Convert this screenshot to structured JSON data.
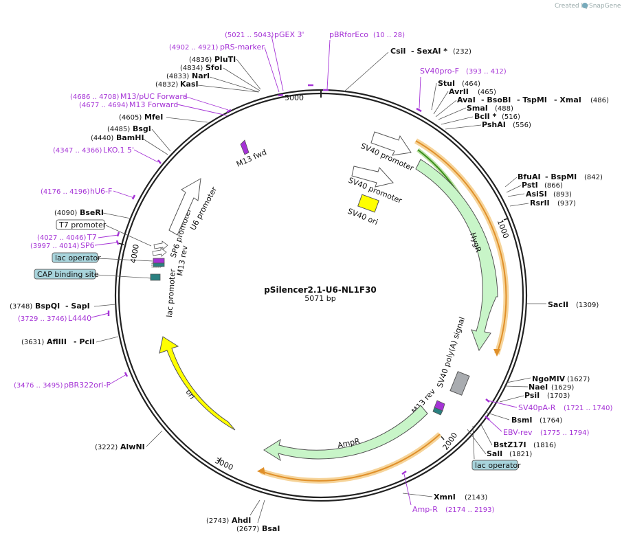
{
  "credit": {
    "prefix": "Created by",
    "brand": "SnapGene"
  },
  "plasmid": {
    "name": "pSilencer2.1-U6-NL1F30",
    "size_label": "5071 bp"
  },
  "ruler_ticks": [
    "1000",
    "2000",
    "3000",
    "4000",
    "5000"
  ],
  "features": {
    "sv40_promoter_1": "SV40 promoter",
    "sv40_promoter_2": "SV40 promoter",
    "sv40_ori": "SV40 ori",
    "hygr": "HygR",
    "sv40_polya": "SV40 poly(A) signal",
    "m13_rev_right": "M13 rev",
    "ampr": "AmpR",
    "ori": "ori",
    "lac_promoter": "lac promoter",
    "m13_rev_left": "M13 rev",
    "sp6_promoter": "SP6 promoter",
    "u6_promoter": "U6 promoter",
    "m13_fwd": "M13 fwd"
  },
  "boxed_labels": {
    "t7_promoter": "T7 promoter",
    "lac_operator_left": "lac operator",
    "cap_binding_site": "CAP binding site",
    "lac_operator_right": "lac operator"
  },
  "sites": [
    {
      "id": "csii",
      "name": "CsiI",
      "name2": "- SexAI *",
      "num": "(232)"
    },
    {
      "id": "stui",
      "name": "StuI",
      "num": "(464)"
    },
    {
      "id": "avrii",
      "name": "AvrII",
      "num": "(465)"
    },
    {
      "id": "avai",
      "name": "AvaI",
      "name2": "- BsoBI",
      "name3": "- TspMI",
      "name4": "- XmaI",
      "num": "(486)"
    },
    {
      "id": "smai",
      "name": "SmaI",
      "num": "(488)"
    },
    {
      "id": "bcli",
      "name": "BclI *",
      "num": "(516)"
    },
    {
      "id": "pshai",
      "name": "PshAI",
      "num": "(556)"
    },
    {
      "id": "bfuai",
      "name": "BfuAI",
      "name2": "- BspMI",
      "num": "(842)"
    },
    {
      "id": "psti1",
      "name": "PstI",
      "num": "(866)"
    },
    {
      "id": "asisi",
      "name": "AsiSI",
      "num": "(893)"
    },
    {
      "id": "rsrii",
      "name": "RsrII",
      "num": "(937)"
    },
    {
      "id": "sacii",
      "name": "SacII",
      "num": "(1309)"
    },
    {
      "id": "ngomiv",
      "name": "NgoMIV",
      "num": "(1627)"
    },
    {
      "id": "naei",
      "name": "NaeI",
      "num": "(1629)"
    },
    {
      "id": "psti2",
      "name": "PsiI",
      "num": "(1703)"
    },
    {
      "id": "bsmi",
      "name": "BsmI",
      "num": "(1764)"
    },
    {
      "id": "bstz17i",
      "name": "BstZ17I",
      "num": "(1816)"
    },
    {
      "id": "sali",
      "name": "SalI",
      "num": "(1821)"
    },
    {
      "id": "xmni",
      "name": "XmnI",
      "num": "(2143)"
    },
    {
      "id": "bsai",
      "name": "BsaI",
      "num": "(2677)"
    },
    {
      "id": "ahdi",
      "name": "AhdI",
      "num": "(2743)"
    },
    {
      "id": "alwni",
      "name": "AlwNI",
      "num": "(3222)"
    },
    {
      "id": "afliii",
      "name": "AflIII",
      "name2": "- PciI",
      "num": "(3631)"
    },
    {
      "id": "bspqi",
      "name": "BspQI",
      "name2": "- SapI",
      "num": "(3748)"
    },
    {
      "id": "bseri",
      "name": "BseRI",
      "num": "(4090)"
    },
    {
      "id": "bamhi",
      "name": "BamHI",
      "num": "(4440)"
    },
    {
      "id": "bsgi",
      "name": "BsgI",
      "num": "(4485)"
    },
    {
      "id": "mfei",
      "name": "MfeI",
      "num": "(4605)"
    },
    {
      "id": "kasi",
      "name": "KasI",
      "num": "(4832)"
    },
    {
      "id": "nari",
      "name": "NarI",
      "num": "(4833)"
    },
    {
      "id": "sfoi",
      "name": "SfoI",
      "num": "(4834)"
    },
    {
      "id": "pluti",
      "name": "PluTI",
      "num": "(4836)"
    }
  ],
  "primers": [
    {
      "id": "pgex3",
      "name": "pGEX 3'",
      "range": "(5021 .. 5043)"
    },
    {
      "id": "pbrforeco",
      "name": "pBRforEco",
      "range": "(10 .. 28)"
    },
    {
      "id": "prsmarker",
      "name": "pRS-marker",
      "range": "(4902 .. 4921)"
    },
    {
      "id": "sv40prof",
      "name": "SV40pro-F",
      "range": "(393 .. 412)"
    },
    {
      "id": "m13puc",
      "name": "M13/pUC Forward",
      "range": "(4686 .. 4708)"
    },
    {
      "id": "m13fwd",
      "name": "M13 Forward",
      "range": "(4677 .. 4694)"
    },
    {
      "id": "lko1",
      "name": "LKO.1 5'",
      "range": "(4347 .. 4366)"
    },
    {
      "id": "hu6f",
      "name": "hU6-F",
      "range": "(4176 .. 4196)"
    },
    {
      "id": "t7",
      "name": "T7",
      "range": "(4027 .. 4046)"
    },
    {
      "id": "sp6",
      "name": "SP6",
      "range": "(3997 .. 4014)"
    },
    {
      "id": "l4440",
      "name": "L4440",
      "range": "(3729 .. 3746)"
    },
    {
      "id": "pbr322",
      "name": "pBR322ori-F",
      "range": "(3476 .. 3495)"
    },
    {
      "id": "sv40par",
      "name": "SV40pA-R",
      "range": "(1721 .. 1740)"
    },
    {
      "id": "ebvrev",
      "name": "EBV-rev",
      "range": "(1775 .. 1794)"
    },
    {
      "id": "ampr",
      "name": "Amp-R",
      "range": "(2174 .. 2193)"
    }
  ],
  "colors": {
    "hygr": "#c8f5c8",
    "ampr": "#c8f5c8",
    "ori": "#ffff00",
    "sv40_ori": "#ffff00",
    "primer": "#a533d6",
    "orf_orange": "#f0a830",
    "orf_green": "#3a8c1a",
    "lac_op_fill": "#a8d4dc"
  }
}
